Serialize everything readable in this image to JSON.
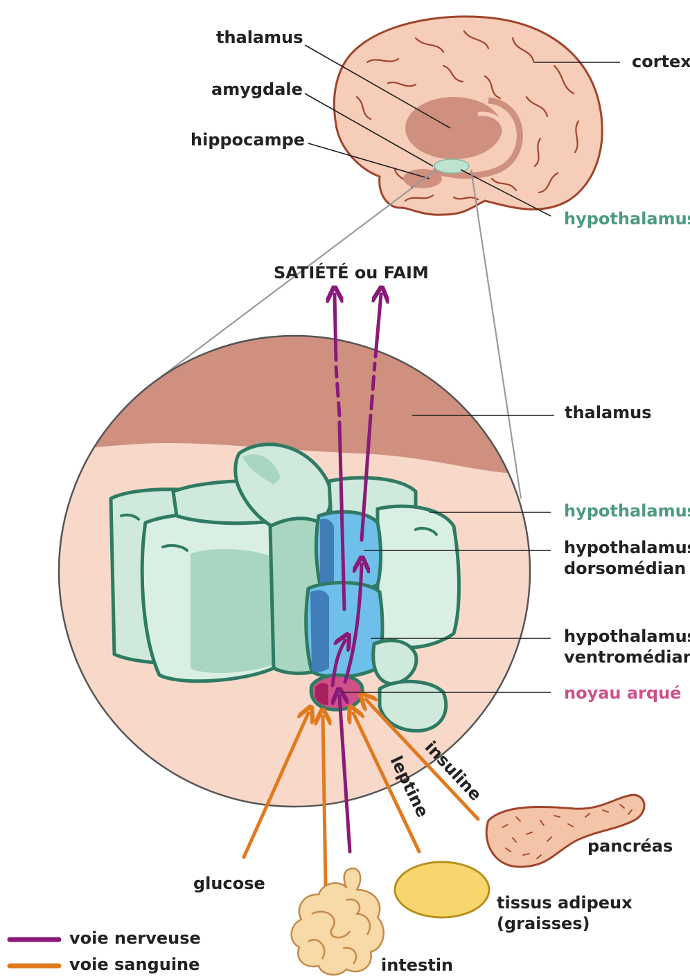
{
  "brain_labels": {
    "thalamus": "thalamus",
    "amygdale": "amygdale",
    "hippocampe": "hippocampe",
    "cortex": "cortex",
    "hypothalamus": "hypothalamus"
  },
  "title": "SATIÉTÉ ou FAIM",
  "zoom_labels": {
    "thalamus": "thalamus",
    "hypothalamus": "hypothalamus",
    "dorsomedian_line1": "hypothalamus",
    "dorsomedian_line2": "dorsomédian",
    "ventromedian_line1": "hypothalamus",
    "ventromedian_line2": "ventromédian",
    "noyau_arque": "noyau arqué"
  },
  "signal_labels": {
    "insuline": "insuline",
    "leptine": "leptine",
    "glucose": "glucose"
  },
  "organ_labels": {
    "pancreas": "pancréas",
    "adipose_line1": "tissus adipeux",
    "adipose_line2": "(graisses)",
    "intestin": "intestin"
  },
  "legend": [
    {
      "label": "voie nerveuse",
      "color": "#8a1a78"
    },
    {
      "label": "voie sanguine",
      "color": "#e07a1f"
    }
  ],
  "colors": {
    "brain_fill": "#f6cdb8",
    "brain_outline": "#a0442c",
    "thalamus": "#cf9080",
    "hypothalamus_green": "#7fbfa5",
    "nervous": "#8a1a78",
    "blood": "#e07a1f",
    "blue_nuclei": "#6ec0ea",
    "arcuate": "#d0508a"
  }
}
